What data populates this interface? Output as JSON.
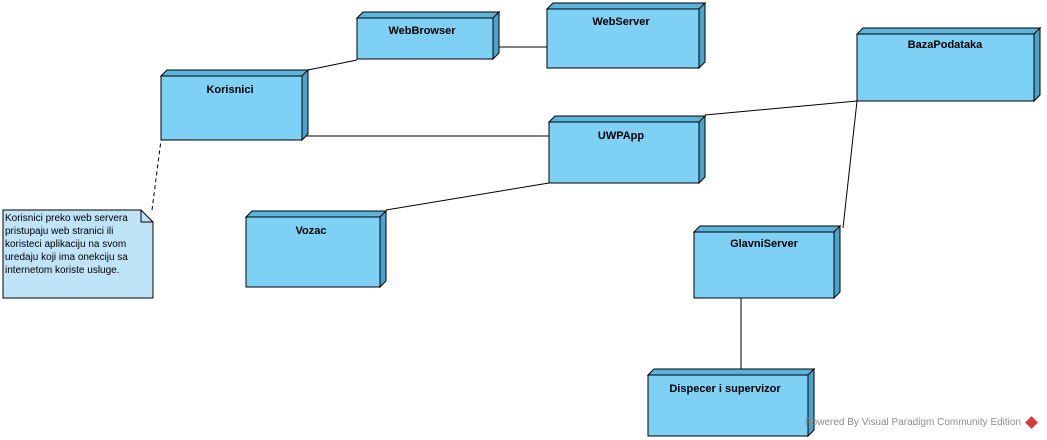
{
  "diagram": {
    "nodes": {
      "webbrowser": "WebBrowser",
      "webserver": "WebServer",
      "korisnici": "Korisnici",
      "bazapodataka": "BazaPodataka",
      "uwpapp": "UWPApp",
      "vozac": "Vozac",
      "glavniserver": "GlavniServer",
      "dispecer": "Dispecer i supervizor"
    },
    "note": "Korisnici preko web servera pristupaju web stranici ili koristeci aplikaciju na svom uredaju koji ima onekciju sa internetom koriste usluge.",
    "colors": {
      "node_fill": "#7fd0f5",
      "node_side": "#5ab4dc",
      "note_fill": "#bfe3f7",
      "line": "#000000"
    }
  },
  "watermark": {
    "text": "Powered By Visual Paradigm Community Edition"
  }
}
